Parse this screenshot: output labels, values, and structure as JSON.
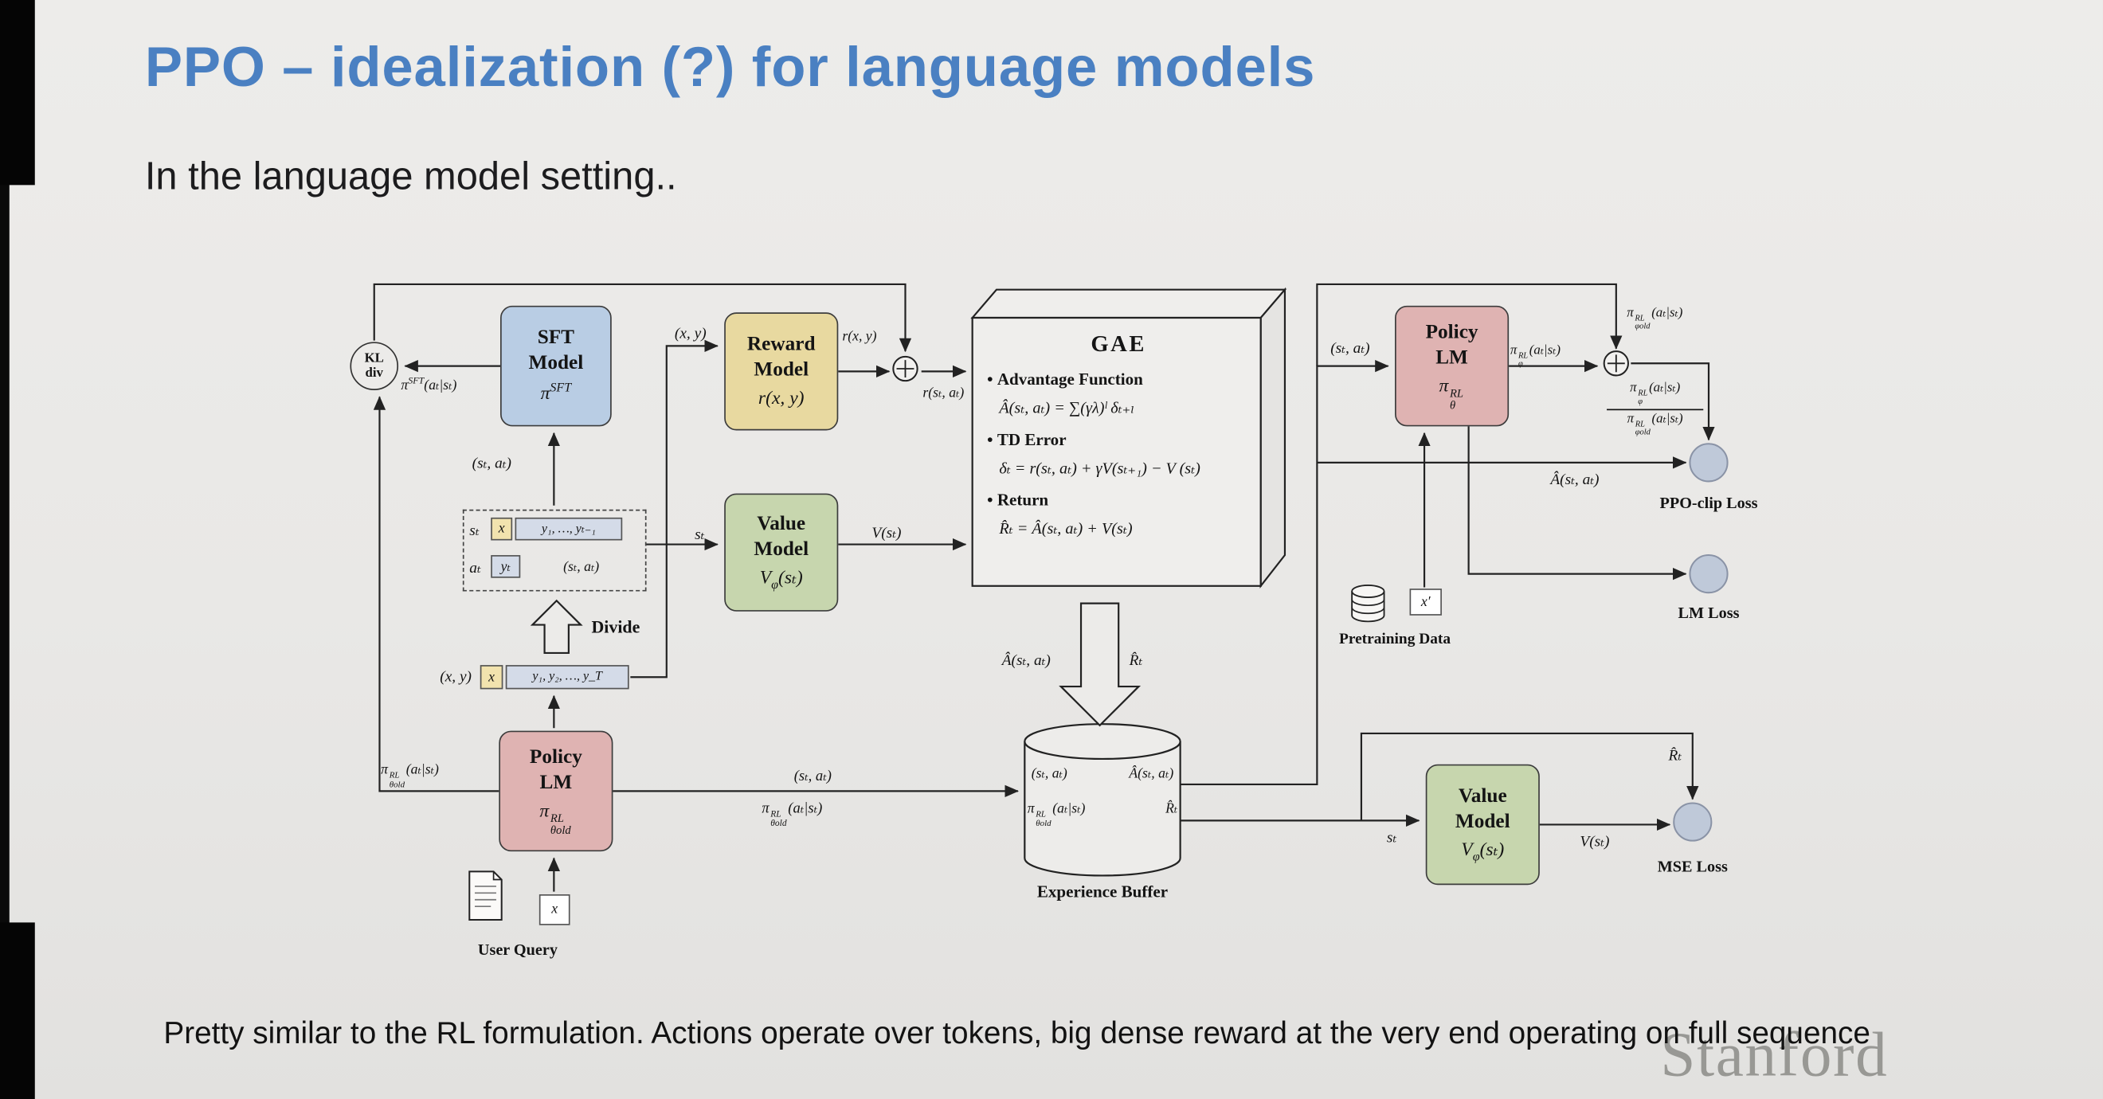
{
  "slide": {
    "title": "PPO – idealization (?) for language models",
    "subtitle": "In the language model setting..",
    "footer": "Pretty similar to the RL formulation. Actions operate over tokens, big dense reward at the very end operating on full sequence",
    "watermark": "Stanford"
  },
  "colors": {
    "title_blue": "#4a80c2",
    "sft_box": "#b9cde4",
    "reward_box": "#e8d9a0",
    "value_box": "#c7d6ae",
    "policy_box": "#dfb3b2",
    "token_x": "#f2e3ae",
    "token_y": "#d4dbe8",
    "loss_circle": "#bfc9d9"
  },
  "nodes": {
    "kl": {
      "label": "KL\ndiv"
    },
    "sft": {
      "title": "SFT\nModel",
      "formula": {
        "pre": "π",
        "sup": "SFT"
      }
    },
    "reward": {
      "title": "Reward\nModel",
      "formula": {
        "pre": "r(x, y)"
      }
    },
    "value_left": {
      "title": "Value\nModel",
      "formula": {
        "pre": "V",
        "sub": "φ",
        "post": "(sₜ)"
      }
    },
    "policy_left": {
      "title": "Policy\nLM",
      "formula": {
        "pre": "π",
        "sup": "RL",
        "sub": "θold"
      }
    },
    "policy_right": {
      "title": "Policy\nLM",
      "formula": {
        "pre": "π",
        "sup": "RL",
        "sub": "θ"
      }
    },
    "value_right": {
      "title": "Value\nModel",
      "formula": {
        "pre": "V",
        "sub": "φ",
        "post": "(sₜ)"
      }
    },
    "gae": {
      "title": "GAE",
      "bullet": "•",
      "items": [
        {
          "h": "Advantage Function",
          "f": "Â(sₜ, aₜ) = ∑(γλ)ˡ δₜ₊ₗ"
        },
        {
          "h": "TD Error",
          "f": "δₜ = r(sₜ, aₜ) + γV(sₜ₊₁) − V (sₜ)"
        },
        {
          "h": "Return",
          "f": "R̂ₜ = Â(sₜ, aₜ) + V(sₜ)"
        }
      ]
    },
    "buffer": {
      "row1a": "(sₜ, aₜ)",
      "row1b": "Â(sₜ, aₜ)",
      "row2a": {
        "pre": "π",
        "sup": "RL",
        "sub": "θold",
        "post": "(aₜ|sₜ)"
      },
      "row2b": "R̂ₜ",
      "caption": "Experience Buffer"
    },
    "pretraining": {
      "sample": "x′",
      "caption": "Pretraining Data"
    },
    "user_query": {
      "sample": "x",
      "caption": "User Query"
    },
    "losses": {
      "ppo": "PPO-clip Loss",
      "lm": "LM Loss",
      "mse": "MSE Loss"
    }
  },
  "tokens": {
    "state_label": "sₜ",
    "state_x": "x",
    "state_y": "y₁, …, yₜ₋₁",
    "action_label": "aₜ",
    "action_y": "yₜ",
    "action_pair": "(sₜ, aₜ)",
    "full_label": "(x, y)",
    "full_x": "x",
    "full_y": "y₁, y₂, …, y_T",
    "divide": "Divide"
  },
  "edges": {
    "sft_out": {
      "pre": "π",
      "sup": "SFT",
      "post": "(aₜ|sₜ)"
    },
    "sft_in": "(sₜ, aₜ)",
    "reward_in": "(x, y)",
    "reward_out": "r(x, y)",
    "reward_shaped": "r(sₜ, aₜ)",
    "value_in": "sₜ",
    "value_out": "V(sₜ)",
    "policy_kl": {
      "pre": "π",
      "sup": "RL",
      "sub": "θold",
      "post": "(aₜ|sₜ)"
    },
    "rollout_pair": "(sₜ, aₜ)",
    "rollout_prob": {
      "pre": "π",
      "sup": "RL",
      "sub": "θold",
      "post": "(aₜ|sₜ)"
    },
    "gae_adv": "Â(sₜ, aₜ)",
    "gae_ret": "R̂ₜ",
    "buffer_pair": "(sₜ, aₜ)",
    "policy_right_out": {
      "pre": "π",
      "sup": "RL",
      "sub": "φ",
      "post": "(aₜ|sₜ)"
    },
    "old_prob": {
      "pre": "π",
      "sup": "RL",
      "sub": "φold",
      "post": "(aₜ|sₜ)"
    },
    "ratio_num": {
      "pre": "π",
      "sup": "RL",
      "sub": "φ",
      "post": "(aₜ|sₜ)"
    },
    "ratio_den": {
      "pre": "π",
      "sup": "RL",
      "sub": "φold",
      "post": "(aₜ|sₜ)"
    },
    "adv_right": "Â(sₜ, aₜ)",
    "ret_right": "R̂ₜ",
    "value_right_in": "sₜ",
    "value_right_out": "V(sₜ)"
  }
}
